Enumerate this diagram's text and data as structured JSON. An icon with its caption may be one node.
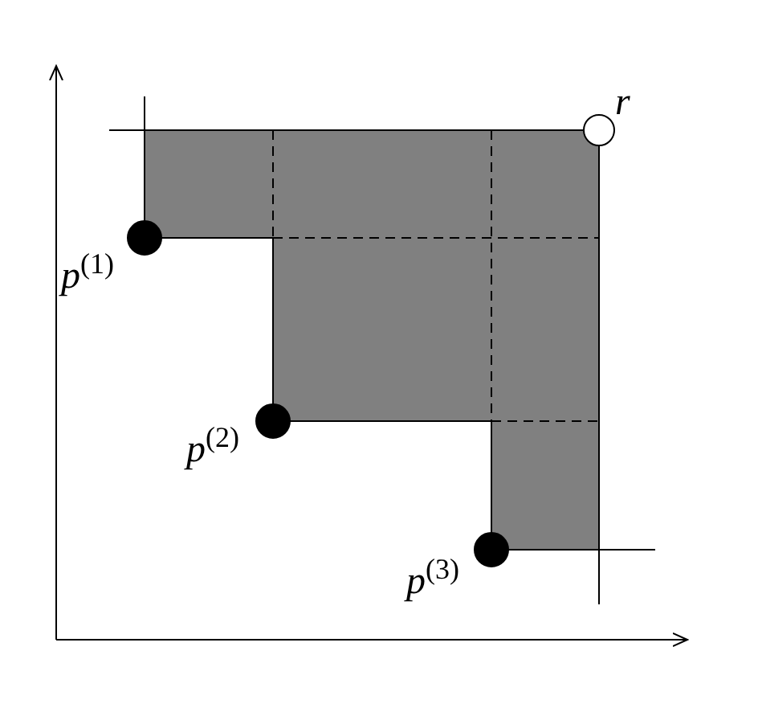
{
  "diagram": {
    "nodes": [
      {
        "text": [],
        "shape": "circle",
        "beside": [
          "*p*$^{(1)}$"
        ]
      },
      {
        "text": [],
        "shape": "circle",
        "beside": [
          "*p*$^{(2)}$"
        ]
      },
      {
        "text": [],
        "shape": "circle",
        "beside": [
          "*p*$^{(3)}$"
        ]
      },
      {
        "text": [],
        "shape": "ring",
        "beside": [
          "*r*"
        ]
      }
    ]
  }
}
